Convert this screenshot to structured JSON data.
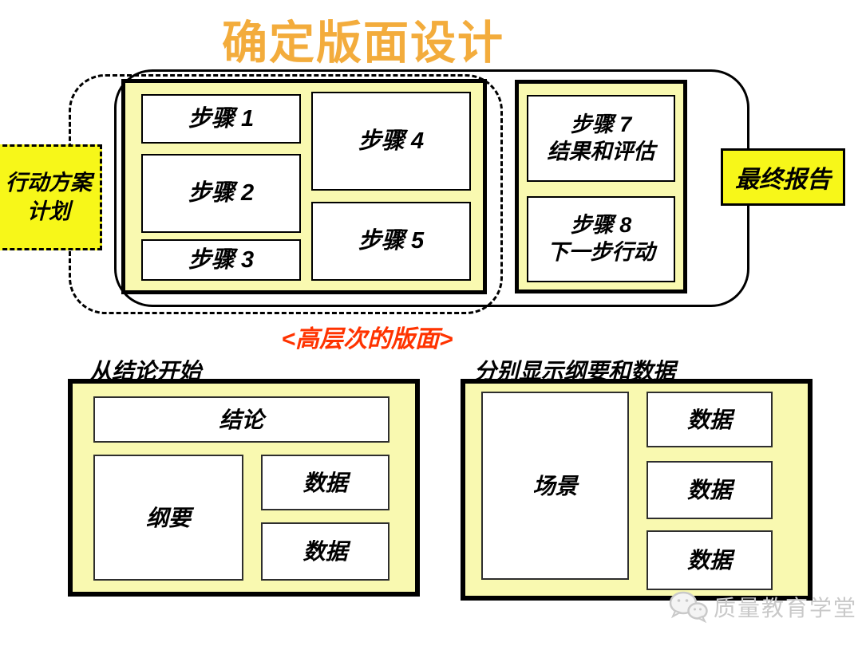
{
  "title": "确定版面设计",
  "colors": {
    "title_amber": "#F3AC3C",
    "caption_red": "#FF3300",
    "bright_yellow": "#F7F719",
    "pale_yellow": "#F9F9B0",
    "watermark_gray": "#C9C9C9"
  },
  "top_diagram": {
    "plan_label": {
      "line1": "行动方案",
      "line2": "计划"
    },
    "left_steps": [
      "步骤 1",
      "步骤 2",
      "步骤 3",
      "步骤 4",
      "步骤 5"
    ],
    "step7": {
      "line1": "步骤 7",
      "line2": "结果和评估"
    },
    "step8": {
      "line1": "步骤 8",
      "line2": "下一步行动"
    },
    "final_report_label": "最终报告"
  },
  "caption": "<高层次的版面>",
  "bottom_left": {
    "heading": "从结论开始",
    "conclusion": "结论",
    "outline": "纲要",
    "data_boxes": [
      "数据",
      "数据"
    ]
  },
  "bottom_right": {
    "heading": "分别显示纲要和数据",
    "scene": "场景",
    "data_boxes": [
      "数据",
      "数据",
      "数据"
    ]
  },
  "watermark": {
    "text": "质量教育学堂",
    "icon": "wechat-icon"
  }
}
